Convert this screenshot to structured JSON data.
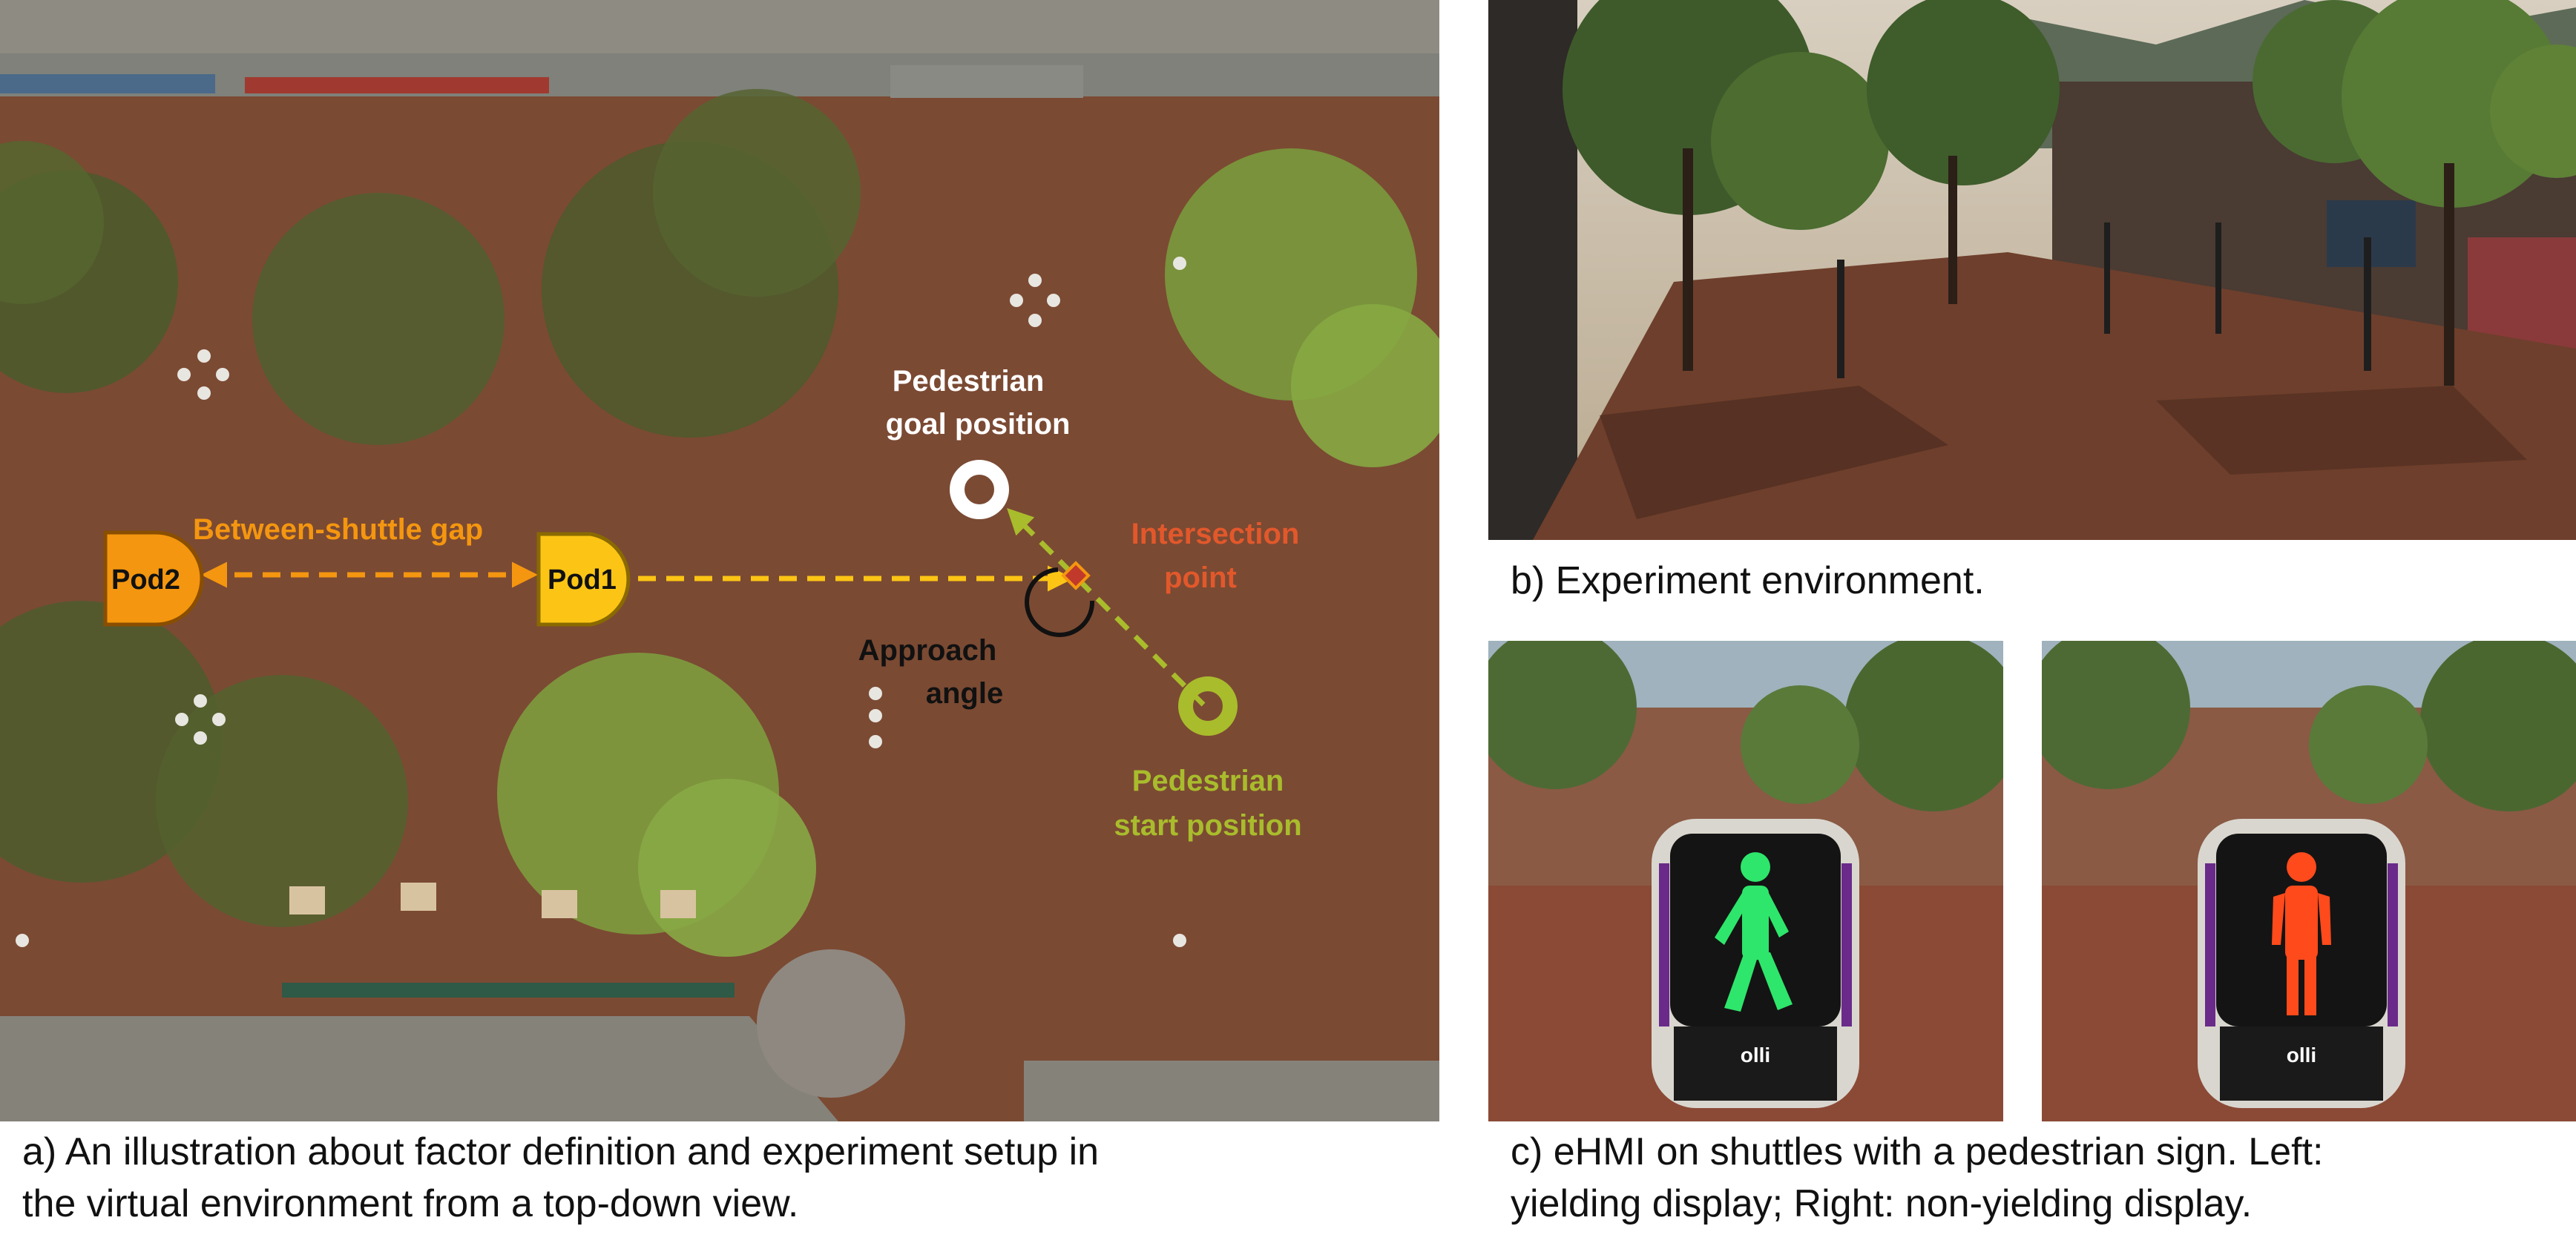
{
  "panel_a": {
    "pod2_label": "Pod2",
    "pod1_label": "Pod1",
    "gap_label": "Between-shuttle gap",
    "goal_label_line1": "Pedestrian",
    "goal_label_line2": "goal position",
    "intersection_label_line1": "Intersection",
    "intersection_label_line2": "point",
    "approach_label_line1": "Approach",
    "approach_label_line2": "angle",
    "start_label_line1": "Pedestrian",
    "start_label_line2": "start position",
    "colors": {
      "ground": "#7b4a33",
      "pod2": "#f4960f",
      "pod1": "#fcc515",
      "gap_text": "#f4960f",
      "intersection_text": "#e2582b",
      "start_text": "#a9bc2c",
      "goal_text": "#ffffff",
      "approach_text": "#111111"
    }
  },
  "panel_c": {
    "shuttle_logo": "olli"
  },
  "captions": {
    "a_line1": "a) An illustration about factor definition and experiment setup in",
    "a_line2": "the virtual environment from a top-down view.",
    "b": "b) Experiment environment.",
    "c_line1": "c) eHMI on shuttles with a pedestrian sign. Left:",
    "c_line2": "yielding display; Right: non-yielding display."
  }
}
